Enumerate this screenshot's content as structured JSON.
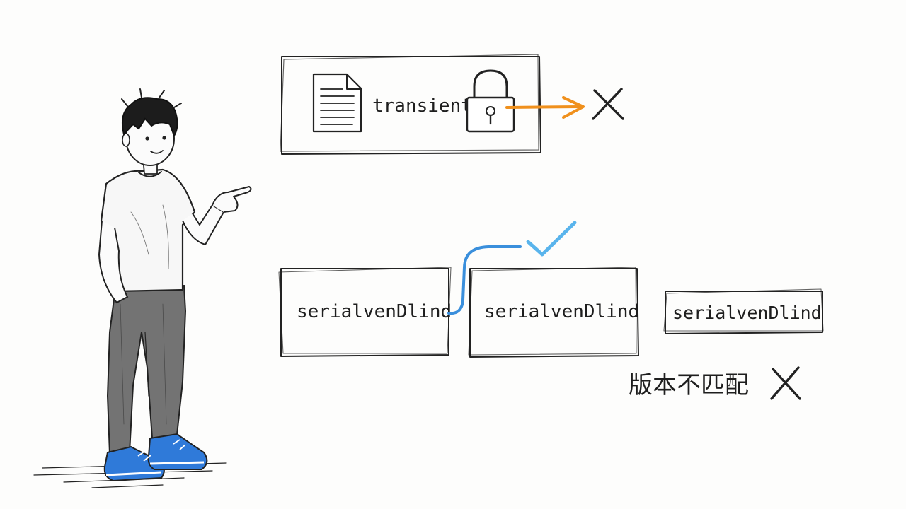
{
  "top_panel": {
    "label": "transient",
    "icons": [
      "document-icon",
      "padlock-icon",
      "cross-icon"
    ]
  },
  "bottom_row": {
    "box_labels": [
      "serialvenDlind",
      "serialvenDlind",
      "serialvenDlind"
    ],
    "mismatch_label": "版本不匹配"
  },
  "colors": {
    "ink": "#1e1e1e",
    "orange_arrow": "#f0901c",
    "blue_link": "#3a8fdc",
    "check": "#59b4ec",
    "shoe": "#2f7ad9",
    "pants": "#6e6e6e"
  }
}
